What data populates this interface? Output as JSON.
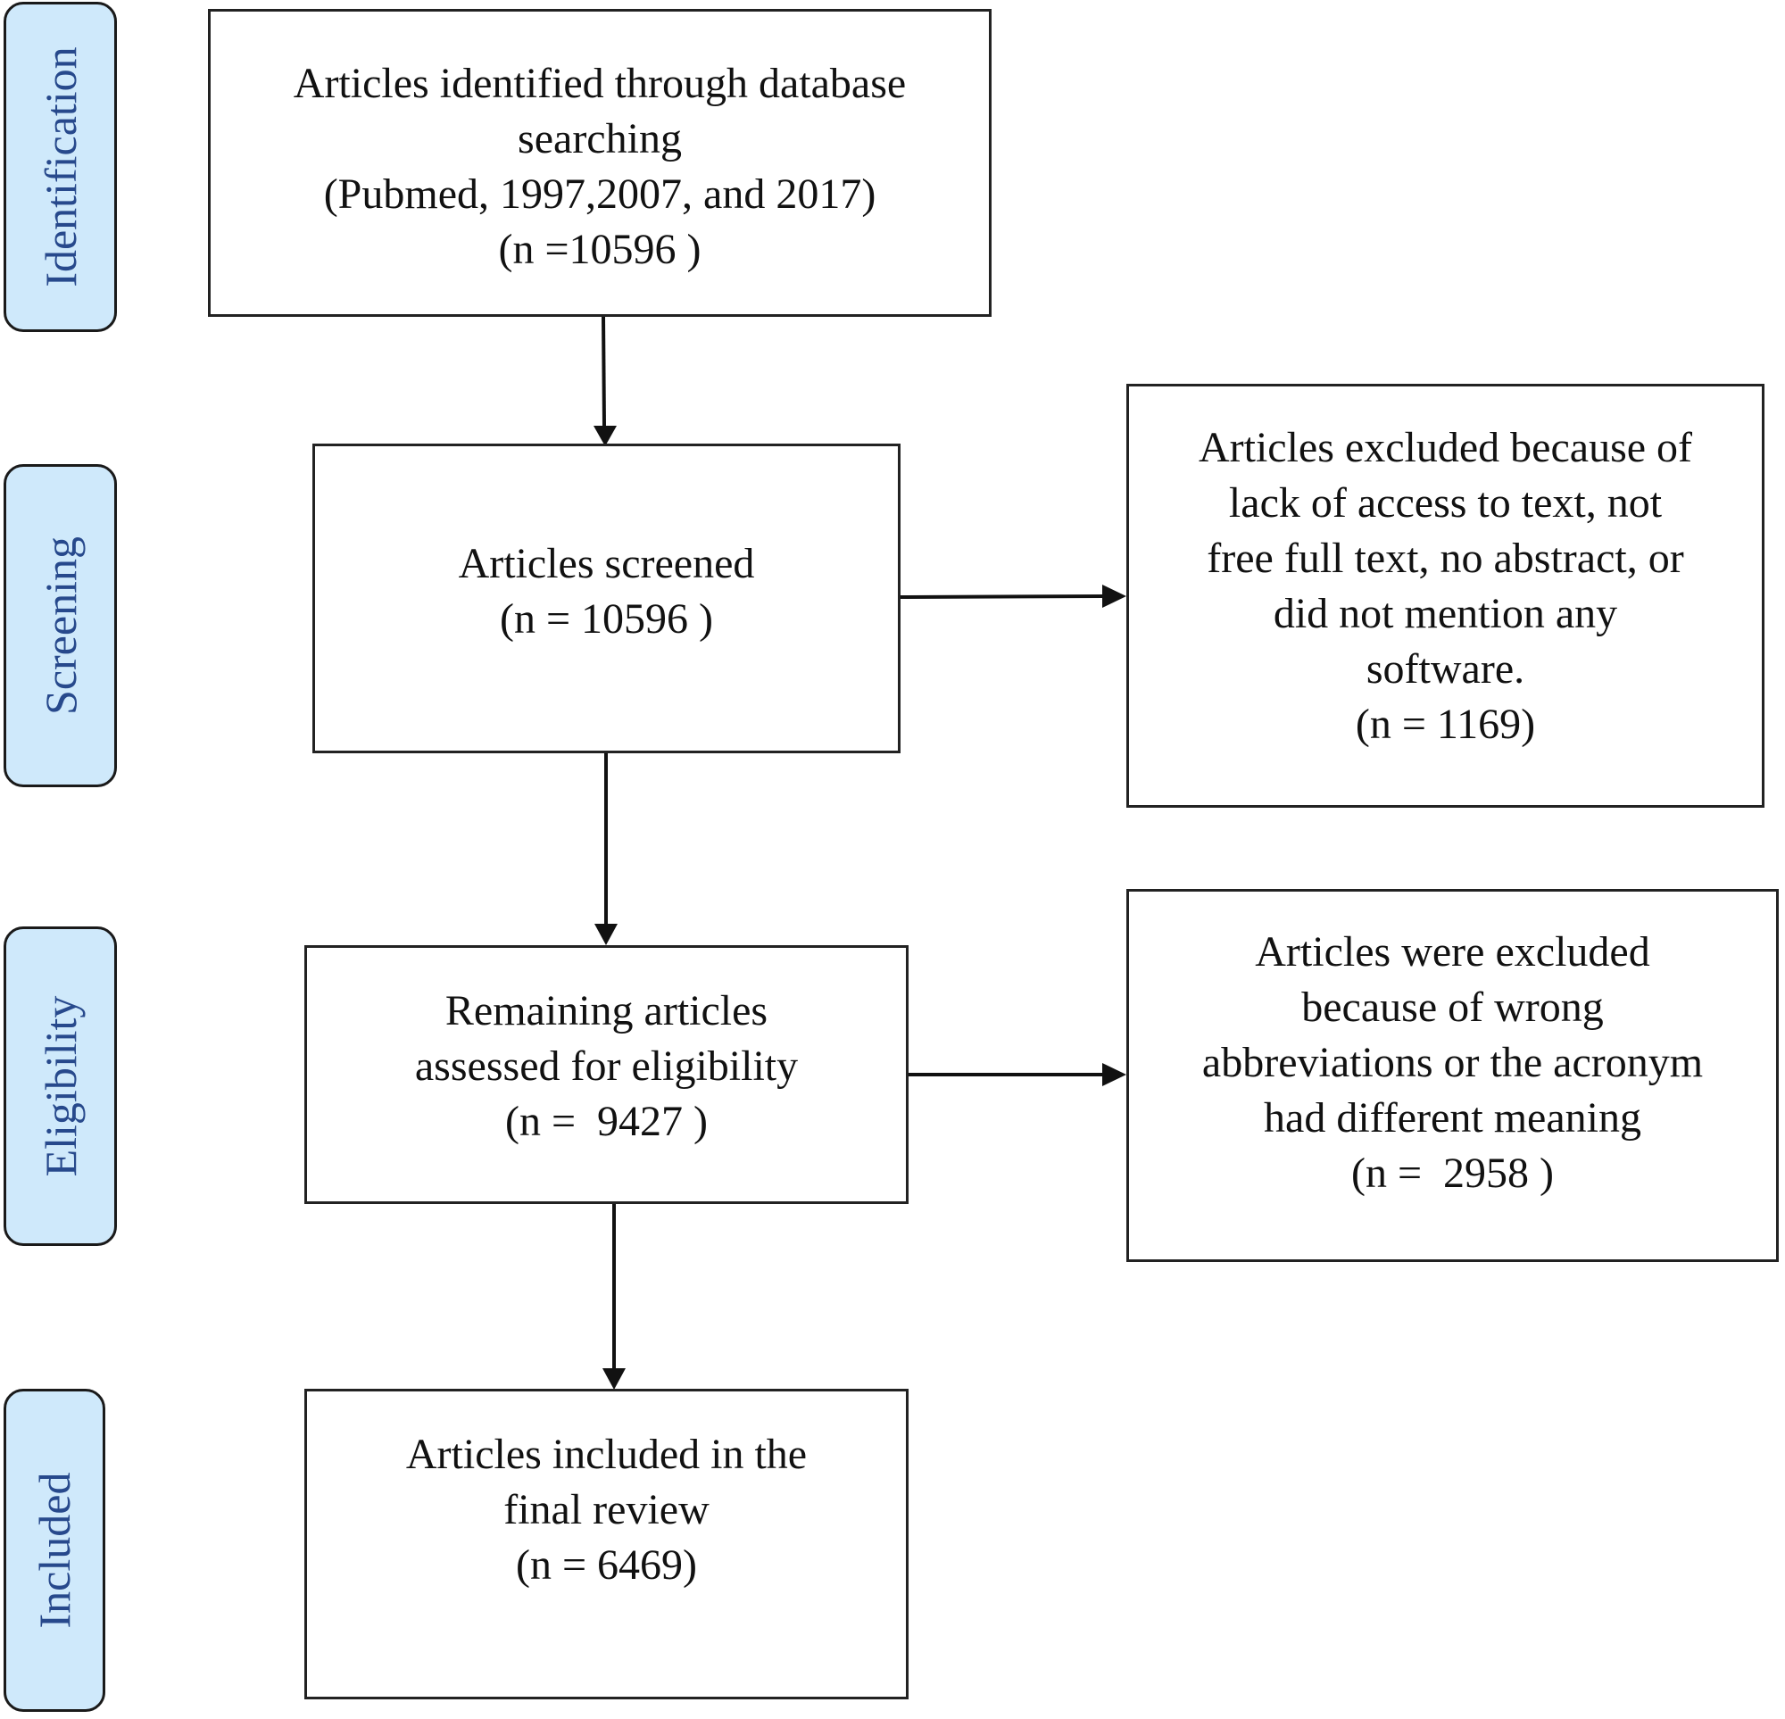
{
  "stages": {
    "identification": "Identification",
    "screening": "Screening",
    "eligibility": "Eligibility",
    "included": "Included"
  },
  "identified": {
    "line1": "Articles identified through database",
    "line2": "searching",
    "line3": "(Pubmed, 1997,2007, and 2017)",
    "count": "(n =10596 )"
  },
  "screened": {
    "line1": "Articles screened",
    "count": "(n = 10596 )"
  },
  "excluded_access": {
    "line1": "Articles excluded because of",
    "line2": "lack of access to text, not",
    "line3": "free full text, no abstract, or",
    "line4": "did not mention any",
    "line5": "software.",
    "count": "(n = 1169)"
  },
  "eligibility": {
    "line1": "Remaining articles",
    "line2": "assessed for eligibility",
    "count": "(n =  9427 )"
  },
  "excluded_abbrev": {
    "line1": "Articles were excluded",
    "line2": "because of wrong",
    "line3": "abbreviations or the acronym",
    "line4": "had different meaning",
    "count": "(n =  2958 )"
  },
  "included": {
    "line1": "Articles included in the",
    "line2": "final review",
    "count": "(n = 6469)"
  },
  "colors": {
    "stage_fill": "#cfe9fb",
    "stage_text": "#27498c",
    "line": "#111111"
  }
}
